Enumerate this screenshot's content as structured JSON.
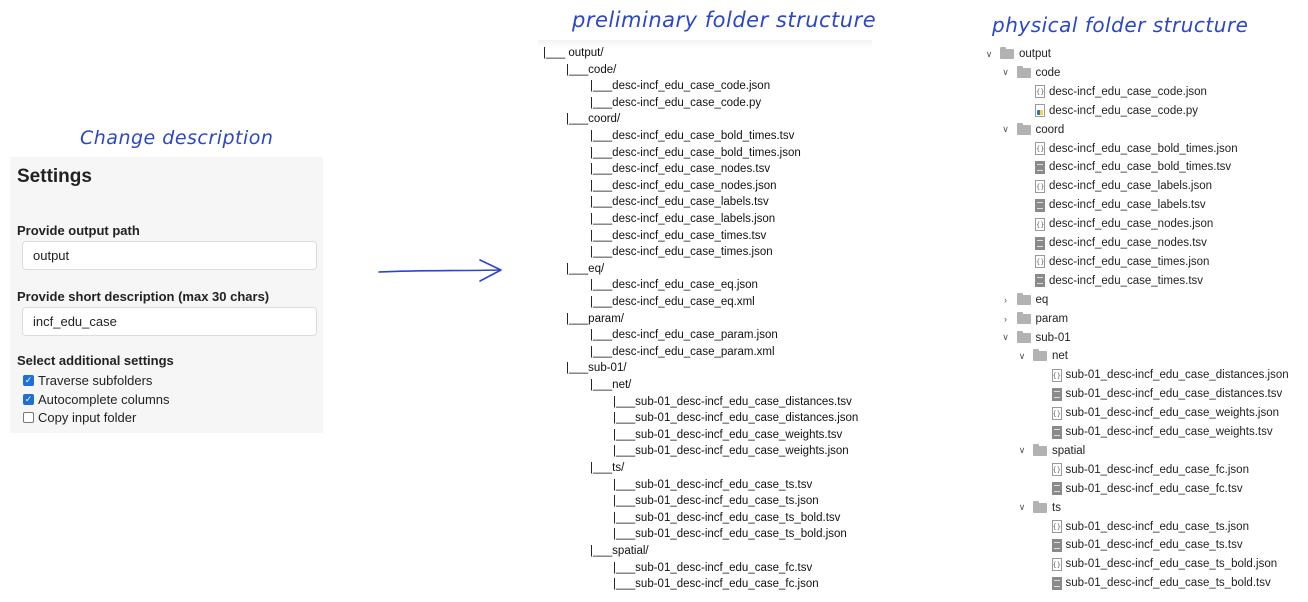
{
  "annotations": {
    "change_description": "Change description",
    "preliminary": "preliminary folder structure",
    "physical": "physical folder structure"
  },
  "settings": {
    "title": "Settings",
    "output_path_label": "Provide output path",
    "output_path_value": "output",
    "description_label": "Provide short description (max 30 chars)",
    "description_value": "incf_edu_case",
    "additional_label": "Select additional settings",
    "options": [
      {
        "label": "Traverse subfolders",
        "checked": true
      },
      {
        "label": "Autocomplete columns",
        "checked": true
      },
      {
        "label": "Copy input folder",
        "checked": false
      }
    ]
  },
  "preliminary_tree": [
    {
      "level": 0,
      "text": "|___ output/"
    },
    {
      "level": 1,
      "text": "|___code/"
    },
    {
      "level": 2,
      "text": "|___desc-incf_edu_case_code.json"
    },
    {
      "level": 2,
      "text": "|___desc-incf_edu_case_code.py"
    },
    {
      "level": 1,
      "text": "|___coord/"
    },
    {
      "level": 2,
      "text": "|___desc-incf_edu_case_bold_times.tsv"
    },
    {
      "level": 2,
      "text": "|___desc-incf_edu_case_bold_times.json"
    },
    {
      "level": 2,
      "text": "|___desc-incf_edu_case_nodes.tsv"
    },
    {
      "level": 2,
      "text": "|___desc-incf_edu_case_nodes.json"
    },
    {
      "level": 2,
      "text": "|___desc-incf_edu_case_labels.tsv"
    },
    {
      "level": 2,
      "text": "|___desc-incf_edu_case_labels.json"
    },
    {
      "level": 2,
      "text": "|___desc-incf_edu_case_times.tsv"
    },
    {
      "level": 2,
      "text": "|___desc-incf_edu_case_times.json"
    },
    {
      "level": 1,
      "text": "|___eq/"
    },
    {
      "level": 2,
      "text": "|___desc-incf_edu_case_eq.json"
    },
    {
      "level": 2,
      "text": "|___desc-incf_edu_case_eq.xml"
    },
    {
      "level": 1,
      "text": "|___param/"
    },
    {
      "level": 2,
      "text": "|___desc-incf_edu_case_param.json"
    },
    {
      "level": 2,
      "text": "|___desc-incf_edu_case_param.xml"
    },
    {
      "level": 1,
      "text": "|___sub-01/"
    },
    {
      "level": 2,
      "text": "|___net/"
    },
    {
      "level": 3,
      "text": "|___sub-01_desc-incf_edu_case_distances.tsv"
    },
    {
      "level": 3,
      "text": "|___sub-01_desc-incf_edu_case_distances.json"
    },
    {
      "level": 3,
      "text": "|___sub-01_desc-incf_edu_case_weights.tsv"
    },
    {
      "level": 3,
      "text": "|___sub-01_desc-incf_edu_case_weights.json"
    },
    {
      "level": 2,
      "text": "|___ts/"
    },
    {
      "level": 3,
      "text": "|___sub-01_desc-incf_edu_case_ts.tsv"
    },
    {
      "level": 3,
      "text": "|___sub-01_desc-incf_edu_case_ts.json"
    },
    {
      "level": 3,
      "text": "|___sub-01_desc-incf_edu_case_ts_bold.tsv"
    },
    {
      "level": 3,
      "text": "|___sub-01_desc-incf_edu_case_ts_bold.json"
    },
    {
      "level": 2,
      "text": "|___spatial/"
    },
    {
      "level": 3,
      "text": "|___sub-01_desc-incf_edu_case_fc.tsv"
    },
    {
      "level": 3,
      "text": "|___sub-01_desc-incf_edu_case_fc.json"
    }
  ],
  "physical_tree": [
    {
      "level": 0,
      "type": "folder",
      "state": "open",
      "name": "output"
    },
    {
      "level": 1,
      "type": "folder",
      "state": "open",
      "name": "code"
    },
    {
      "level": 2,
      "type": "json",
      "name": "desc-incf_edu_case_code.json"
    },
    {
      "level": 2,
      "type": "py",
      "name": "desc-incf_edu_case_code.py"
    },
    {
      "level": 1,
      "type": "folder",
      "state": "open",
      "name": "coord"
    },
    {
      "level": 2,
      "type": "json",
      "name": "desc-incf_edu_case_bold_times.json"
    },
    {
      "level": 2,
      "type": "tsv",
      "name": "desc-incf_edu_case_bold_times.tsv"
    },
    {
      "level": 2,
      "type": "json",
      "name": "desc-incf_edu_case_labels.json"
    },
    {
      "level": 2,
      "type": "tsv",
      "name": "desc-incf_edu_case_labels.tsv"
    },
    {
      "level": 2,
      "type": "json",
      "name": "desc-incf_edu_case_nodes.json"
    },
    {
      "level": 2,
      "type": "tsv",
      "name": "desc-incf_edu_case_nodes.tsv"
    },
    {
      "level": 2,
      "type": "json",
      "name": "desc-incf_edu_case_times.json"
    },
    {
      "level": 2,
      "type": "tsv",
      "name": "desc-incf_edu_case_times.tsv"
    },
    {
      "level": 1,
      "type": "folder",
      "state": "closed",
      "name": "eq"
    },
    {
      "level": 1,
      "type": "folder",
      "state": "closed",
      "name": "param"
    },
    {
      "level": 1,
      "type": "folder",
      "state": "open",
      "name": "sub-01"
    },
    {
      "level": 2,
      "type": "folder",
      "state": "open",
      "name": "net"
    },
    {
      "level": 3,
      "type": "json",
      "name": "sub-01_desc-incf_edu_case_distances.json"
    },
    {
      "level": 3,
      "type": "tsv",
      "name": "sub-01_desc-incf_edu_case_distances.tsv"
    },
    {
      "level": 3,
      "type": "json",
      "name": "sub-01_desc-incf_edu_case_weights.json"
    },
    {
      "level": 3,
      "type": "tsv",
      "name": "sub-01_desc-incf_edu_case_weights.tsv"
    },
    {
      "level": 2,
      "type": "folder",
      "state": "open",
      "name": "spatial"
    },
    {
      "level": 3,
      "type": "json",
      "name": "sub-01_desc-incf_edu_case_fc.json"
    },
    {
      "level": 3,
      "type": "tsv",
      "name": "sub-01_desc-incf_edu_case_fc.tsv"
    },
    {
      "level": 2,
      "type": "folder",
      "state": "open",
      "name": "ts"
    },
    {
      "level": 3,
      "type": "json",
      "name": "sub-01_desc-incf_edu_case_ts.json"
    },
    {
      "level": 3,
      "type": "tsv",
      "name": "sub-01_desc-incf_edu_case_ts.tsv"
    },
    {
      "level": 3,
      "type": "json",
      "name": "sub-01_desc-incf_edu_case_ts_bold.json"
    },
    {
      "level": 3,
      "type": "tsv",
      "name": "sub-01_desc-incf_edu_case_ts_bold.tsv"
    }
  ]
}
